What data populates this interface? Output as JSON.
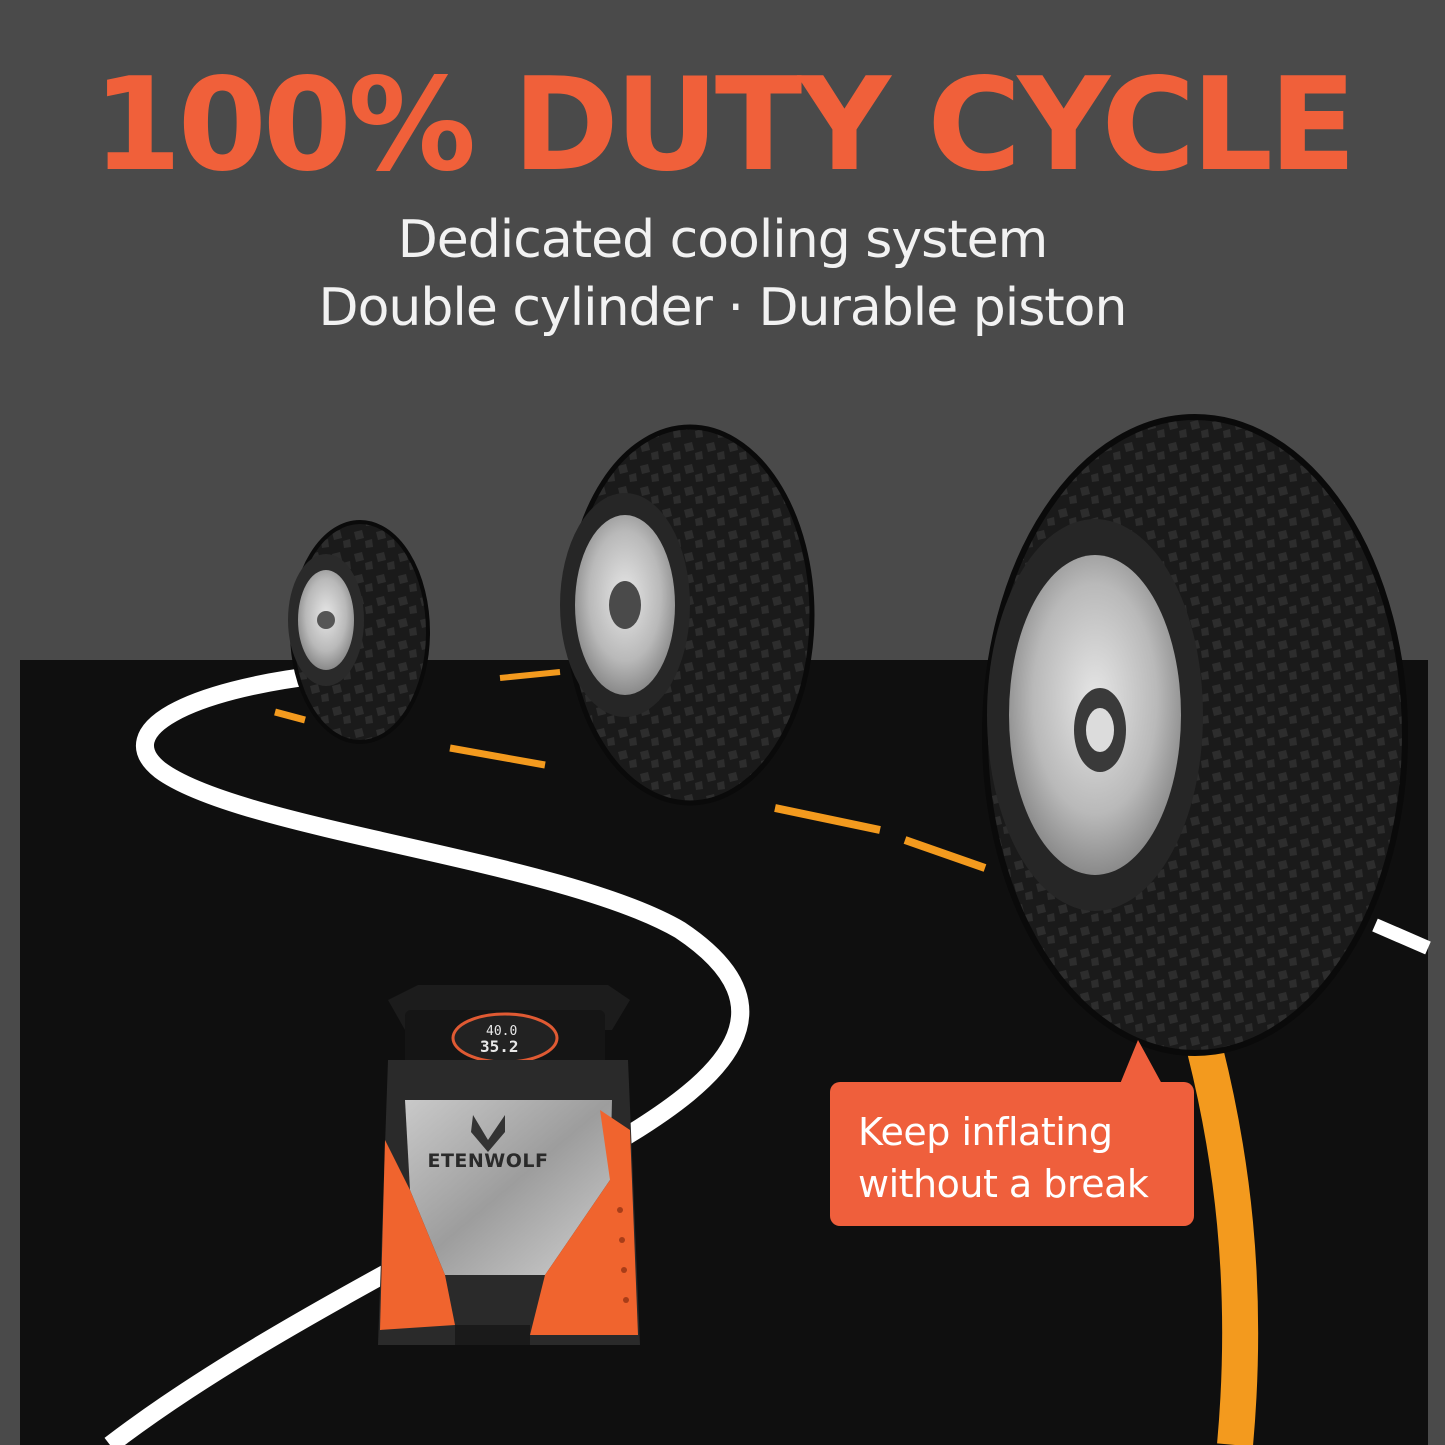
{
  "headline": "100% DUTY  CYCLE",
  "subtitle_line1": "Dedicated cooling system",
  "subtitle_line2": "Double cylinder · Durable piston",
  "callout": {
    "line1": "Keep inflating",
    "line2": "without a break"
  },
  "product": {
    "brand": "ETENWOLF",
    "display_target": "40.0",
    "display_current": "35.2"
  },
  "colors": {
    "accent": "#f0603a",
    "background": "#4a4a4a",
    "road": "#0f0f0f",
    "lane_marking": "#f39a1e"
  }
}
